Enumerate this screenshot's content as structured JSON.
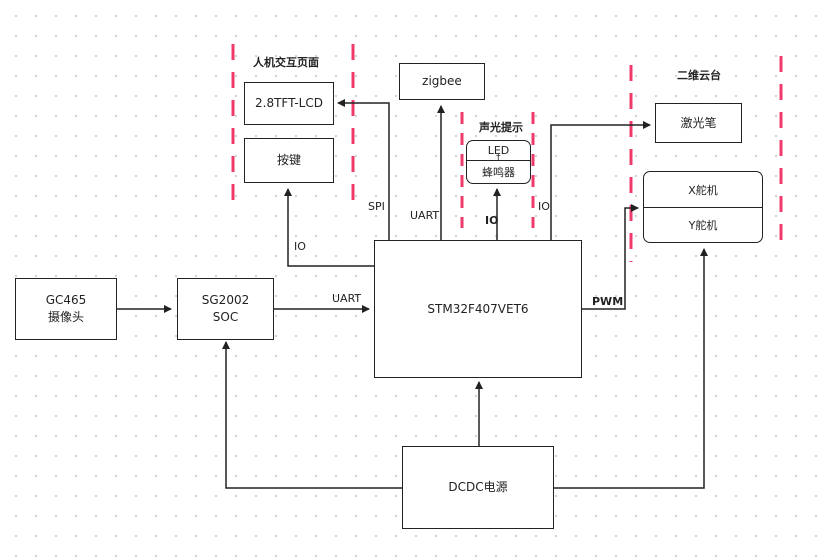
{
  "groups": {
    "hmi_title": "人机交互页面",
    "sound_light_title": "声光提示",
    "gimbal_title": "二维云台"
  },
  "blocks": {
    "lcd": "2.8TFT-LCD",
    "keys": "按键",
    "zigbee": "zigbee",
    "led": "LED",
    "led_sep": "†",
    "buzzer": "蜂鸣器",
    "laser": "激光笔",
    "x_servo": "X舵机",
    "y_servo": "Y舵机",
    "camera_line1": "GC465",
    "camera_line2": "摄像头",
    "soc_line1": "SG2002",
    "soc_line2": "SOC",
    "mcu": "STM32F407VET6",
    "power": "DCDC电源"
  },
  "labels": {
    "spi": "SPI",
    "uart_top": "UART",
    "io_buzzer": "IO",
    "io_laser": "IO",
    "io_keys": "IO",
    "uart_soc": "UART",
    "pwm": "PWM"
  },
  "colors": {
    "dash_accent": "#ef3b6c",
    "line": "#222222"
  }
}
